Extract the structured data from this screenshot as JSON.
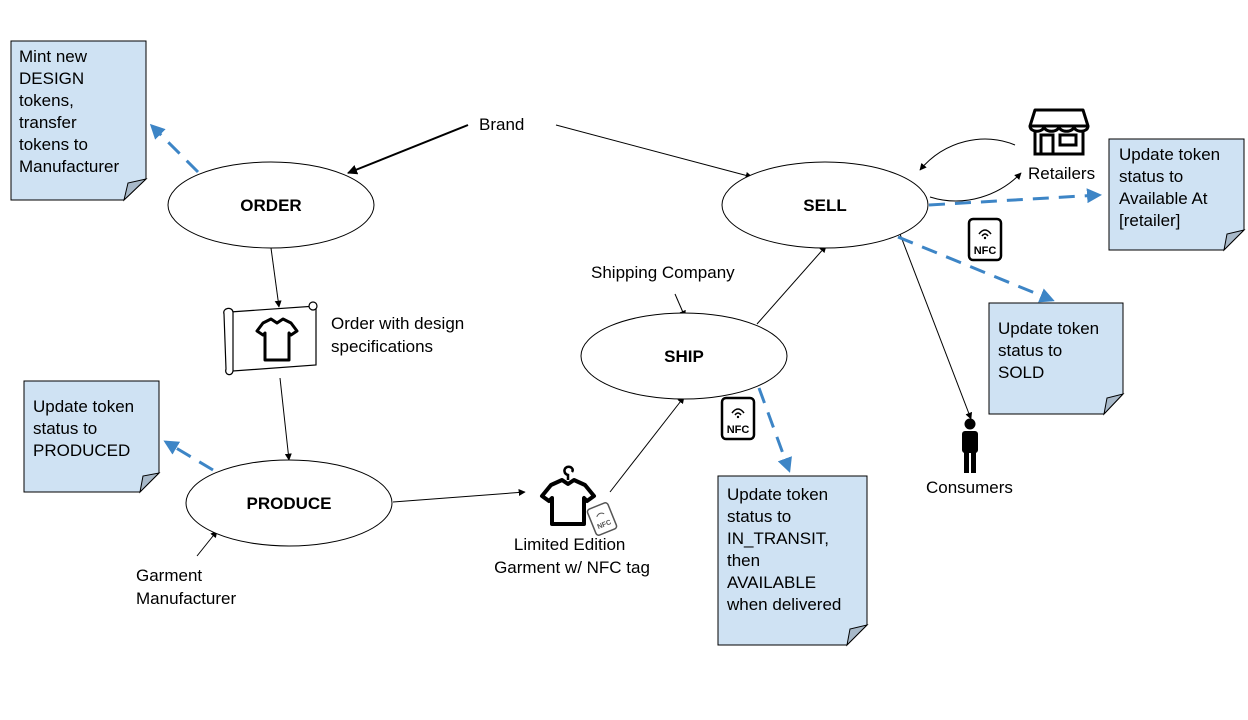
{
  "nodes": {
    "order": "ORDER",
    "sell": "SELL",
    "ship": "SHIP",
    "produce": "PRODUCE"
  },
  "actors": {
    "brand": "Brand",
    "retailers": "Retailers",
    "shipping": "Shipping Company",
    "consumers": "Consumers",
    "manufacturer": [
      "Garment",
      "Manufacturer"
    ]
  },
  "artifacts": {
    "order_spec": [
      "Order with design",
      "specifications"
    ],
    "garment": [
      "Limited Edition",
      "Garment w/ NFC tag"
    ],
    "nfc_badge": "NFC"
  },
  "notes": {
    "mint": [
      "Mint new",
      "DESIGN",
      "tokens,",
      "transfer",
      "tokens to",
      "Manufacturer"
    ],
    "produced": [
      "Update token",
      "status to",
      "PRODUCED"
    ],
    "available_at": [
      "Update token",
      "status to",
      "Available At",
      "[retailer]"
    ],
    "sold": [
      "Update token",
      "status to",
      "SOLD"
    ],
    "in_transit": [
      "Update token",
      "status to",
      "IN_TRANSIT,",
      "then",
      "AVAILABLE",
      "when delivered"
    ]
  },
  "colors": {
    "note_fill": "#cfe2f3",
    "dashed_arrow": "#3d85c6"
  },
  "icons": [
    "shirt-scroll-icon",
    "shirt-hanger-icon",
    "nfc-tag-icon",
    "store-icon",
    "person-icon"
  ]
}
